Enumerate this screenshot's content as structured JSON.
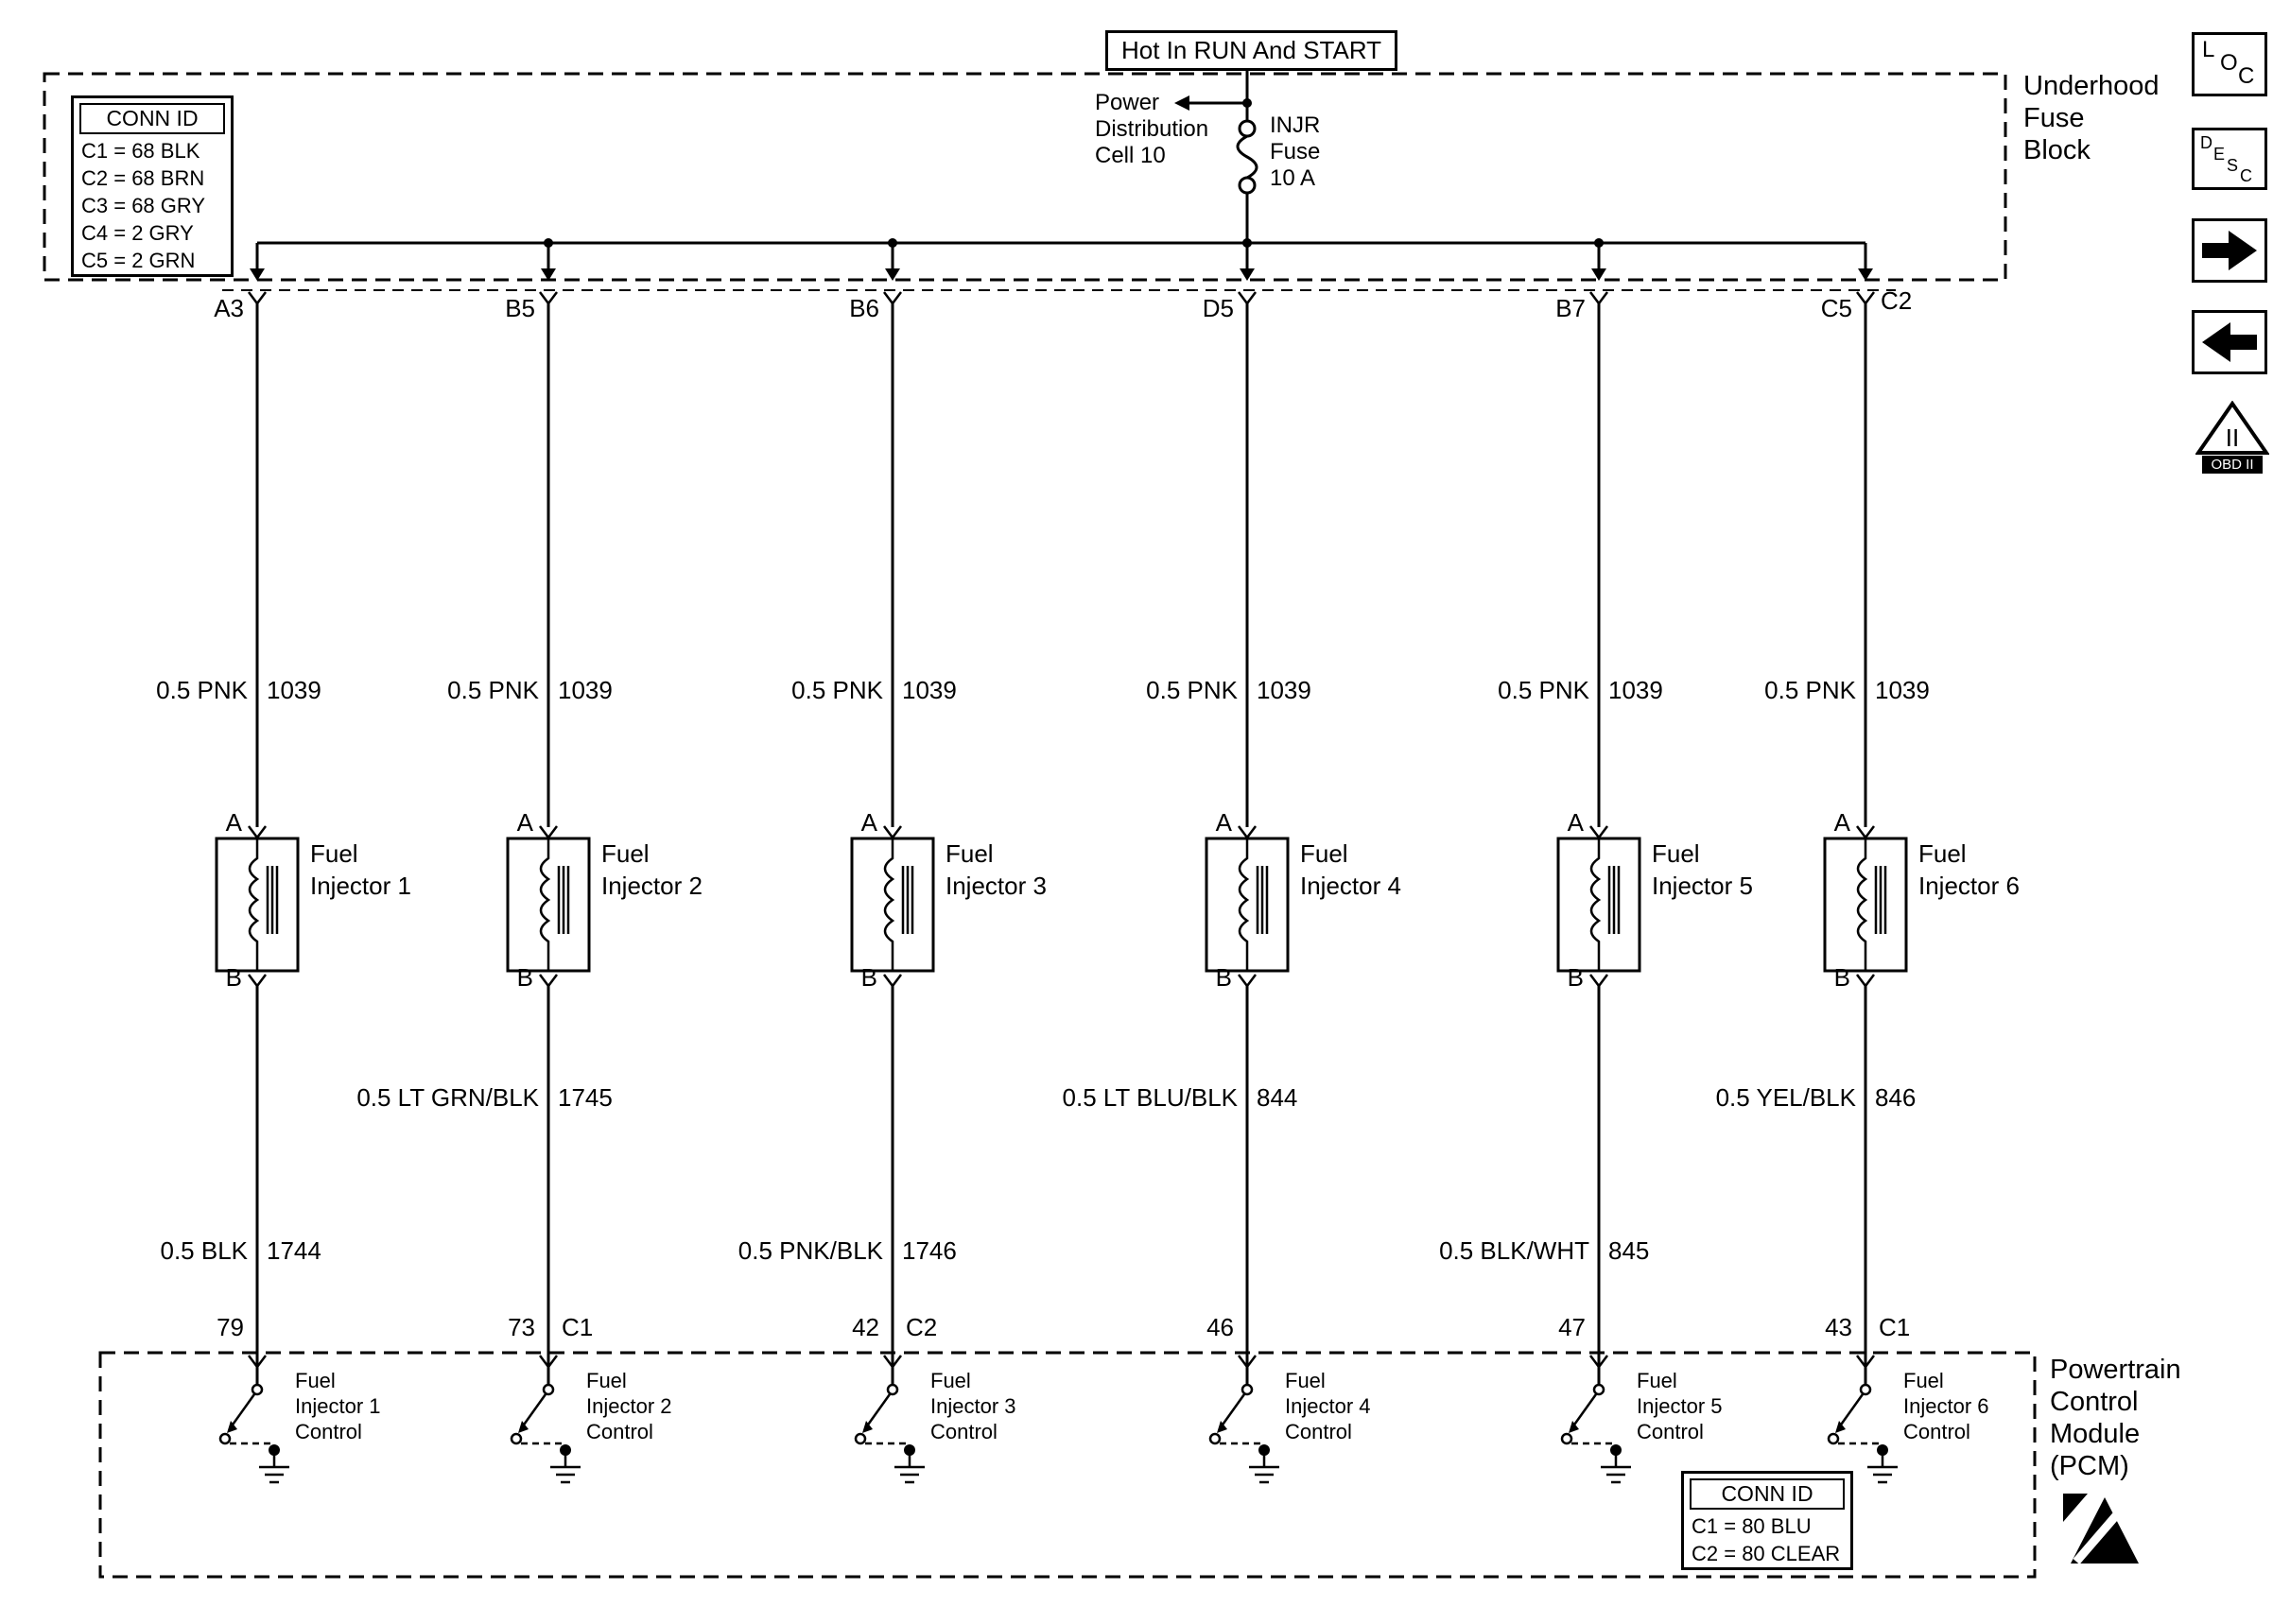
{
  "header": {
    "power_label": "Hot In RUN And START",
    "power_distribution_lines": [
      "Power",
      "Distribution",
      "Cell 10"
    ],
    "fuse_lines": [
      "INJR",
      "Fuse",
      "10 A"
    ]
  },
  "underhood_fuse_block": {
    "name_lines": [
      "Underhood",
      "Fuse",
      "Block"
    ],
    "right_connector_label": "C2",
    "conn_id": {
      "title": "CONN ID",
      "entries": [
        "C1 = 68 BLK",
        "C2 = 68 BRN",
        "C3 = 68 GRY",
        "C4 = 2 GRY",
        "C5 = 2 GRN"
      ]
    }
  },
  "branches": [
    {
      "fuse_pin": "A3",
      "supply_wire": "0.5 PNK",
      "supply_circuit": "1039",
      "terminal_top": "A",
      "terminal_bottom": "B",
      "injector_lines": [
        "Fuel",
        "Injector 1"
      ],
      "output_wire": "0.5 BLK",
      "output_circuit": "1744",
      "pcm_pin": "79",
      "pcm_connector": "",
      "control_lines": [
        "Fuel",
        "Injector 1",
        "Control"
      ]
    },
    {
      "fuse_pin": "B5",
      "supply_wire": "0.5 PNK",
      "supply_circuit": "1039",
      "terminal_top": "A",
      "terminal_bottom": "B",
      "injector_lines": [
        "Fuel",
        "Injector 2"
      ],
      "output_wire": "0.5 LT GRN/BLK",
      "output_circuit": "1745",
      "pcm_pin": "73",
      "pcm_connector": "C1",
      "control_lines": [
        "Fuel",
        "Injector 2",
        "Control"
      ]
    },
    {
      "fuse_pin": "B6",
      "supply_wire": "0.5 PNK",
      "supply_circuit": "1039",
      "terminal_top": "A",
      "terminal_bottom": "B",
      "injector_lines": [
        "Fuel",
        "Injector 3"
      ],
      "output_wire": "0.5 PNK/BLK",
      "output_circuit": "1746",
      "pcm_pin": "42",
      "pcm_connector": "C2",
      "control_lines": [
        "Fuel",
        "Injector 3",
        "Control"
      ]
    },
    {
      "fuse_pin": "D5",
      "supply_wire": "0.5 PNK",
      "supply_circuit": "1039",
      "terminal_top": "A",
      "terminal_bottom": "B",
      "injector_lines": [
        "Fuel",
        "Injector 4"
      ],
      "output_wire": "0.5 LT BLU/BLK",
      "output_circuit": "844",
      "pcm_pin": "46",
      "pcm_connector": "",
      "control_lines": [
        "Fuel",
        "Injector 4",
        "Control"
      ]
    },
    {
      "fuse_pin": "B7",
      "supply_wire": "0.5 PNK",
      "supply_circuit": "1039",
      "terminal_top": "A",
      "terminal_bottom": "B",
      "injector_lines": [
        "Fuel",
        "Injector 5"
      ],
      "output_wire": "0.5 BLK/WHT",
      "output_circuit": "845",
      "pcm_pin": "47",
      "pcm_connector": "",
      "control_lines": [
        "Fuel",
        "Injector 5",
        "Control"
      ]
    },
    {
      "fuse_pin": "C5",
      "supply_wire": "0.5 PNK",
      "supply_circuit": "1039",
      "terminal_top": "A",
      "terminal_bottom": "B",
      "injector_lines": [
        "Fuel",
        "Injector 6"
      ],
      "output_wire": "0.5 YEL/BLK",
      "output_circuit": "846",
      "pcm_pin": "43",
      "pcm_connector": "C1",
      "control_lines": [
        "Fuel",
        "Injector 6",
        "Control"
      ]
    }
  ],
  "pcm": {
    "name_lines": [
      "Powertrain",
      "Control",
      "Module",
      "(PCM)"
    ],
    "conn_id": {
      "title": "CONN ID",
      "entries": [
        "C1 = 80 BLU",
        "C2 = 80 CLEAR"
      ]
    }
  },
  "sidebar": {
    "loc_letters": [
      "L",
      "O",
      "C"
    ],
    "desc_letters": [
      "D",
      "E",
      "S",
      "C"
    ],
    "obd": {
      "numeral": "II",
      "label": "OBD II"
    }
  }
}
